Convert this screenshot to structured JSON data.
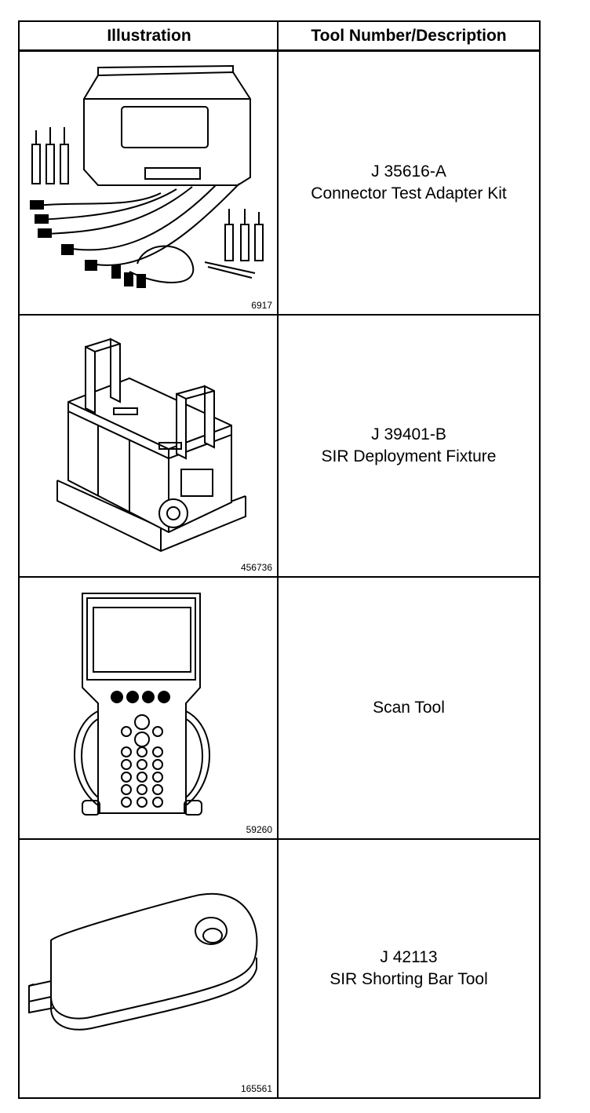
{
  "header": {
    "illustration": "Illustration",
    "description": "Tool Number/Description"
  },
  "rows": [
    {
      "tool_number": "J 35616-A",
      "description": "Connector Test Adapter Kit",
      "figure": "6917",
      "icon": "connector-test-adapter-kit-icon"
    },
    {
      "tool_number": "J 39401-B",
      "description": "SIR Deployment Fixture",
      "figure": "456736",
      "icon": "sir-deployment-fixture-icon"
    },
    {
      "tool_number": "",
      "description": "Scan Tool",
      "figure": "59260",
      "icon": "scan-tool-icon"
    },
    {
      "tool_number": "J 42113",
      "description": "SIR Shorting Bar Tool",
      "figure": "165561",
      "icon": "sir-shorting-bar-tool-icon"
    }
  ]
}
